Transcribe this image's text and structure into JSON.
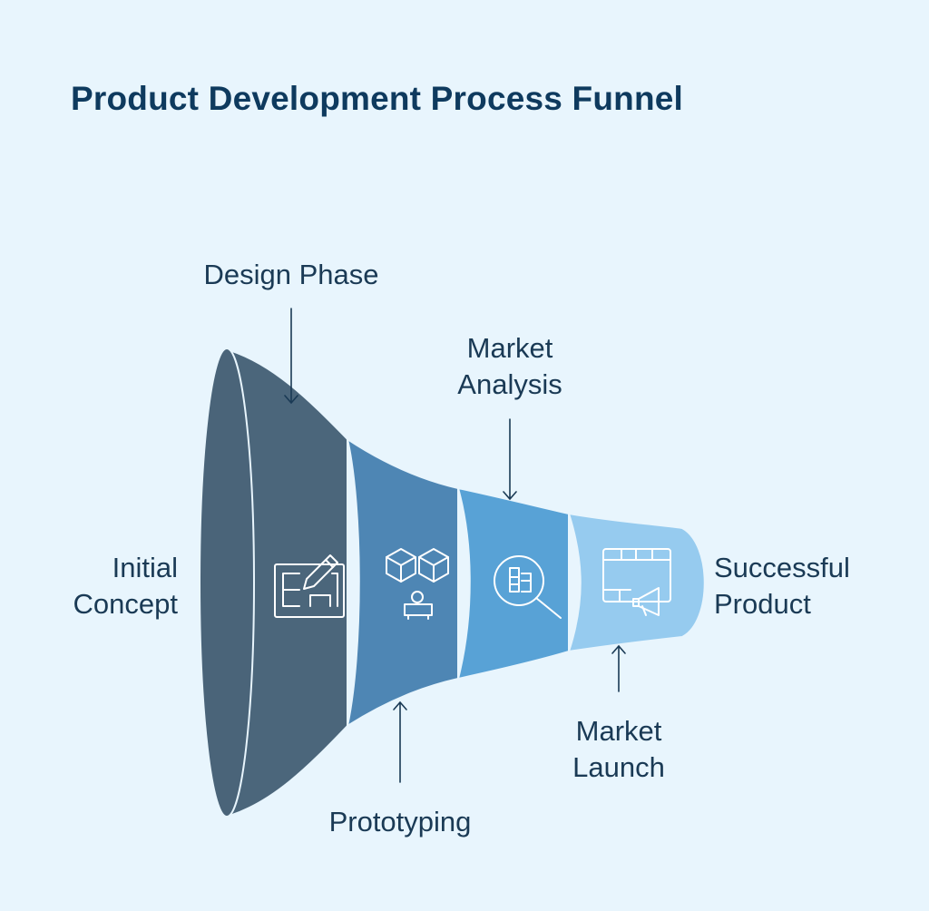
{
  "title": "Product Development Process Funnel",
  "labels": {
    "initial_concept": [
      "Initial",
      "Concept"
    ],
    "design_phase": "Design Phase",
    "prototyping": "Prototyping",
    "market_analysis": [
      "Market",
      "Analysis"
    ],
    "market_launch": [
      "Market",
      "Launch"
    ],
    "successful_product": [
      "Successful",
      "Product"
    ]
  },
  "stage_icons": [
    "blueprint-pencil-icon",
    "cubes-prototype-icon",
    "magnifier-chart-icon",
    "calendar-megaphone-icon"
  ],
  "colors": {
    "background": "#e8f5fd",
    "title": "#0e3a5e",
    "text": "#1a3a55",
    "rim": "#4a6479",
    "stage_design": "#4b667b",
    "stage_prototyping": "#4e86b4",
    "stage_analysis": "#58a2d6",
    "stage_launch": "#96cbef"
  }
}
